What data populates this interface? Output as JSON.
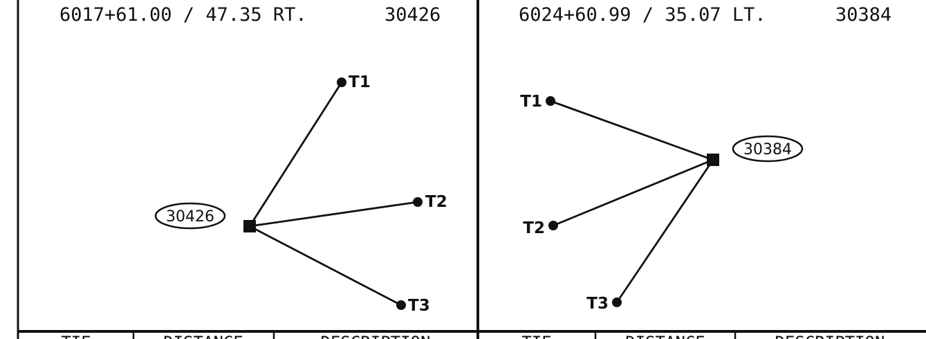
{
  "panels": [
    {
      "title_station": "6017+61.00 / 47.35 RT.",
      "title_point": "30426",
      "point_label": "30426",
      "ties": [
        "T1",
        "T2",
        "T3"
      ],
      "headers": [
        "TIE",
        "DISTANCE",
        "DESCRIPTION"
      ]
    },
    {
      "title_station": "6024+60.99 / 35.07 LT.",
      "title_point": "30384",
      "point_label": "30384",
      "ties": [
        "T1",
        "T2",
        "T3"
      ],
      "headers": [
        "TIE",
        "DISTANCE",
        "DESCRIPTION"
      ]
    }
  ],
  "colors": {
    "ink": "#111111",
    "paper": "#ffffff"
  }
}
